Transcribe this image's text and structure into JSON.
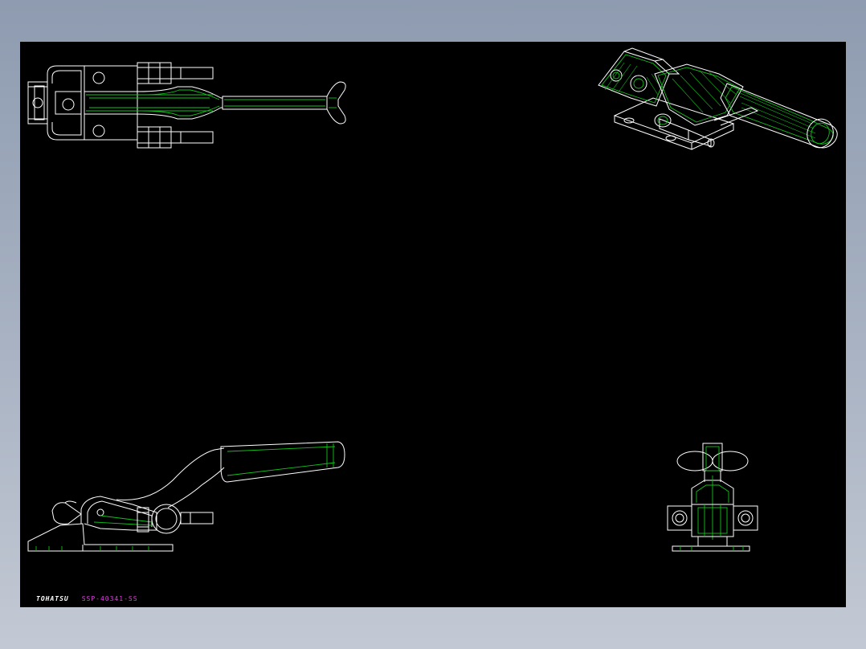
{
  "title_block": {
    "brand": "TOHATSU",
    "part_number": "SSP-40341-SS"
  },
  "colors": {
    "frame_background": "#8e9bb0",
    "canvas": "#000000",
    "outline": "#ffffff",
    "hidden_lines": "#12c21a",
    "part_number_text": "#e040e0"
  },
  "views": [
    "top-view",
    "isometric-view",
    "front-view",
    "end-view"
  ]
}
